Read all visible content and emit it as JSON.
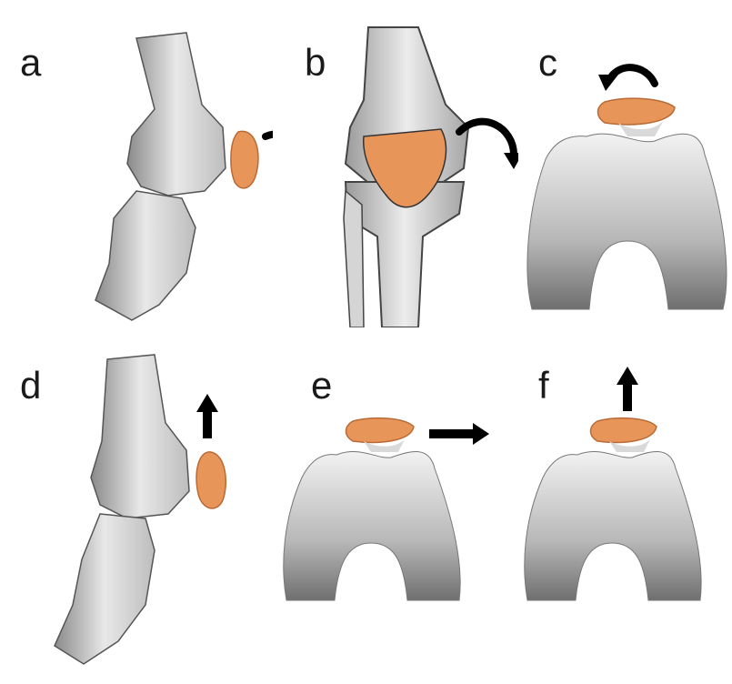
{
  "figure": {
    "panels": [
      {
        "label": "a",
        "view": "lateral-knee",
        "patella_motion": "rotation-clockwise"
      },
      {
        "label": "b",
        "view": "anterior-knee",
        "patella_motion": "rotation-clockwise"
      },
      {
        "label": "c",
        "view": "axial-condyles",
        "patella_motion": "rotation-counterclockwise"
      },
      {
        "label": "d",
        "view": "lateral-knee",
        "patella_motion": "translation-up"
      },
      {
        "label": "e",
        "view": "axial-condyles",
        "patella_motion": "translation-right"
      },
      {
        "label": "f",
        "view": "axial-condyles",
        "patella_motion": "translation-up"
      }
    ],
    "colors": {
      "patella": "#e8955a",
      "patella_outline": "#b96a35",
      "bone_light": "#e6e6e6",
      "bone_dark": "#6f6f6f",
      "arrow": "#000000"
    },
    "icons": [
      "curved-arrow-icon",
      "straight-arrow-icon"
    ]
  }
}
